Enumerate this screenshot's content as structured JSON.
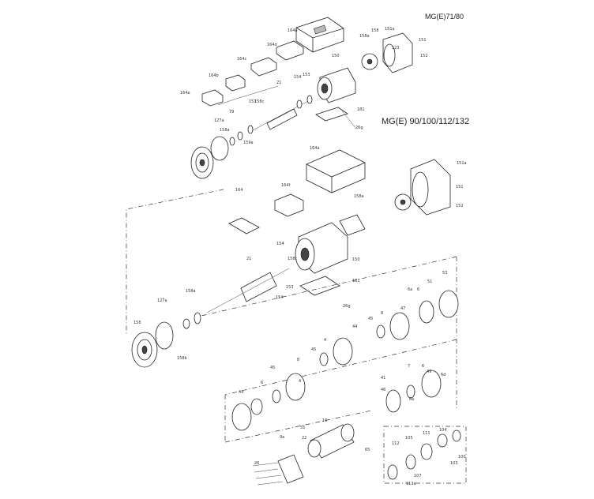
{
  "titles": {
    "top": "MG(E)71/80",
    "middle": "MG(E) 90/100/112/132"
  },
  "labels_top": [
    "151a",
    "151",
    "152",
    "158a",
    "158",
    "123",
    "150",
    "164a",
    "164d",
    "164c",
    "164b",
    "164e",
    "21",
    "154",
    "153",
    "158c",
    "79",
    "157",
    "127a",
    "158a",
    "159a",
    "181",
    "26g"
  ],
  "labels_mid": [
    "164a",
    "164f",
    "164",
    "21",
    "158a",
    "151a",
    "151",
    "152",
    "150",
    "154",
    "158c",
    "153",
    "154",
    "181",
    "26g",
    "127a",
    "158a",
    "158b",
    "158"
  ],
  "labels_pump": [
    "51",
    "53",
    "6",
    "6a",
    "47",
    "8",
    "45",
    "44",
    "4",
    "45",
    "8",
    "6",
    "45",
    "4",
    "44",
    "49",
    "7",
    "6",
    "41",
    "46",
    "6a",
    "6d",
    "16",
    "9a",
    "55",
    "65",
    "22",
    "26",
    "112",
    "105",
    "103",
    "104",
    "111",
    "107",
    "111a",
    "100"
  ]
}
